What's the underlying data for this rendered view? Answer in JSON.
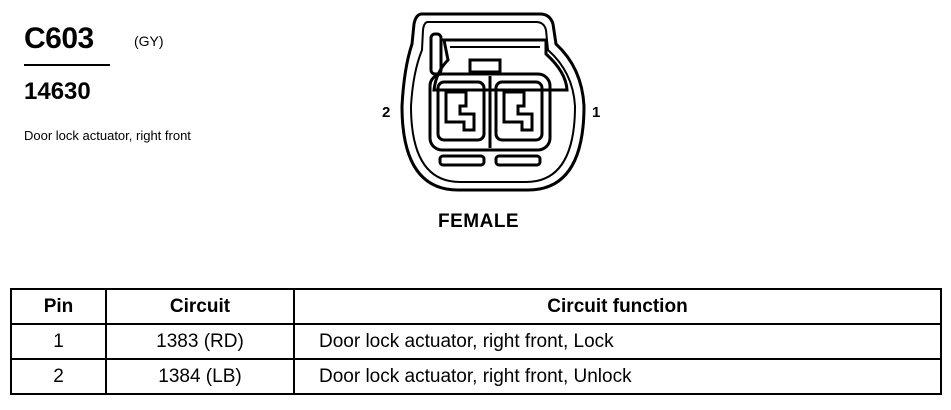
{
  "connector": {
    "id": "C603",
    "color_code": "(GY)",
    "part_number": "14630",
    "description": "Door lock actuator, right front",
    "gender": "FEMALE",
    "pin_left_label": "2",
    "pin_right_label": "1"
  },
  "table": {
    "headers": {
      "pin": "Pin",
      "circuit": "Circuit",
      "function": "Circuit function"
    },
    "rows": [
      {
        "pin": "1",
        "circuit": "1383 (RD)",
        "function": "Door lock actuator, right front, Lock"
      },
      {
        "pin": "2",
        "circuit": "1384 (LB)",
        "function": "Door lock actuator, right front, Unlock"
      }
    ]
  }
}
